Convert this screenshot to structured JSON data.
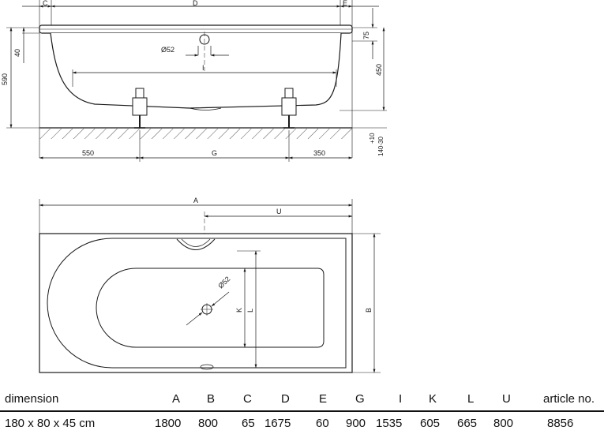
{
  "side_view": {
    "dims": {
      "c": "C",
      "d": "D",
      "e": "E",
      "h40": "40",
      "h590": "590",
      "h75": "75",
      "h450": "450",
      "phi52": "Ø52",
      "i": "I",
      "w550": "550",
      "g": "G",
      "w350": "350",
      "floor_tol_top": "+10",
      "floor_tol": "140-30"
    }
  },
  "plan_view": {
    "dims": {
      "a": "A",
      "u": "U",
      "phi52": "Ø52",
      "k": "K",
      "l": "L",
      "b": "B"
    }
  },
  "table": {
    "headers": [
      "dimension",
      "A",
      "B",
      "C",
      "D",
      "E",
      "G",
      "I",
      "K",
      "L",
      "U",
      "article no."
    ],
    "rows": [
      [
        "180 x 80 x 45 cm",
        "1800",
        "800",
        "65",
        "1675",
        "60",
        "900",
        "1535",
        "605",
        "665",
        "800",
        "8856"
      ]
    ]
  }
}
